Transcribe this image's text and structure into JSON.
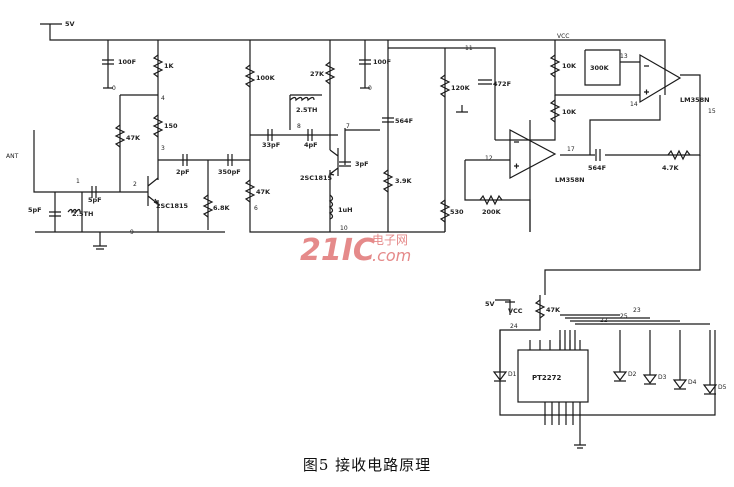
{
  "caption": "图5  接收电路原理",
  "watermark": {
    "brand": "21IC",
    "cn": "电子网",
    "dom": ".com",
    "color": "#e58a8a"
  },
  "supply": {
    "top": "5V",
    "vcc": "VCC",
    "bottom_5v": "5V",
    "bottom_vcc": "VCC"
  },
  "antenna": "ANT",
  "components": {
    "c_in": "5pF",
    "l_in": "2.5TH",
    "c_mid": "5pF",
    "c_100f_a": "100F",
    "r_1k": "1K",
    "r_47k": "47K",
    "r_150": "150",
    "q1": "2SC1815",
    "c_2pf": "2pF",
    "c_350pf": "350pF",
    "r_6_8k": "6.8K",
    "r_100k": "100K",
    "r_27k": "27K",
    "c_100f_b": "100F",
    "l_2_5th": "2.5TH",
    "c_33pf": "33pF",
    "c_4pf": "4pF",
    "q2": "2SC1815",
    "c_3pf": "3pF",
    "r_47k_b": "47K",
    "l_1uh": "1uH",
    "c_564f": "564F",
    "r_3_9k": "3.9K",
    "r_120k": "120K",
    "c_472f": "472F",
    "r_10k_a": "10K",
    "r_300k_a": "300K",
    "r_10k_b": "10K",
    "op_top": "LM358N",
    "op_bot": "LM358N",
    "c_564f_b": "564F",
    "r_4_7k": "4.7K",
    "r_530": "530",
    "r_200k": "200K",
    "r_47k_c": "47K",
    "ic": "PT2272",
    "leds": [
      "D1",
      "D2",
      "D3",
      "D4",
      "D5"
    ]
  },
  "nodes": [
    "1",
    "2",
    "3",
    "4",
    "6",
    "7",
    "8",
    "9",
    "10",
    "11",
    "12",
    "13",
    "14",
    "15",
    "17",
    "22",
    "23",
    "24",
    "25",
    "0",
    "0"
  ]
}
